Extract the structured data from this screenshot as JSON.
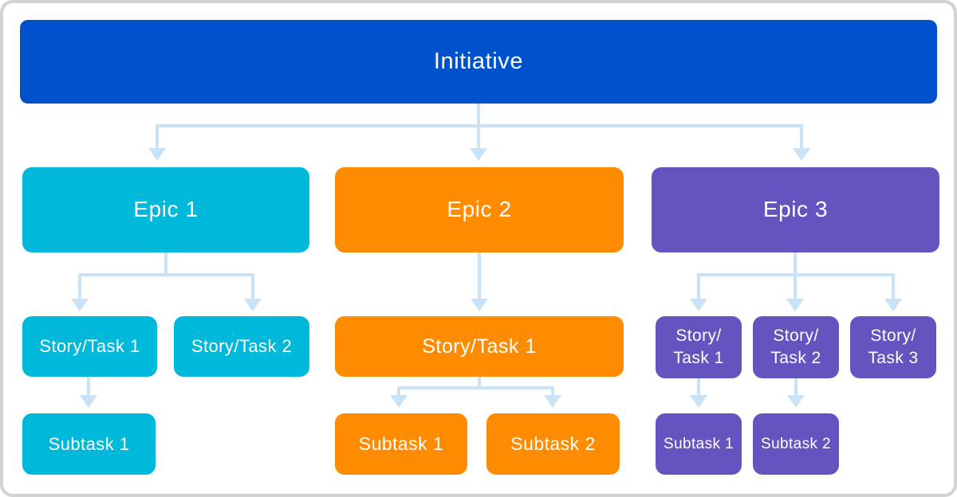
{
  "colors": {
    "initiative": "#0052CC",
    "epic_teal": "#00B8D9",
    "epic_orange": "#FF8B00",
    "epic_purple": "#6554C0",
    "connector": "#C9E2F6",
    "label_text": "#FFFFFF",
    "frame_border": "#D2D2D2",
    "background": "#FFFFFF"
  },
  "tree": {
    "root": {
      "label": "Initiative"
    },
    "branches": [
      {
        "epic": {
          "label": "Epic 1"
        },
        "stories": [
          {
            "label": "Story/Task 1"
          },
          {
            "label": "Story/Task 2"
          }
        ],
        "subtasks": [
          {
            "label": "Subtask 1"
          }
        ]
      },
      {
        "epic": {
          "label": "Epic 2"
        },
        "stories": [
          {
            "label": "Story/Task 1"
          }
        ],
        "subtasks": [
          {
            "label": "Subtask 1"
          },
          {
            "label": "Subtask 2"
          }
        ]
      },
      {
        "epic": {
          "label": "Epic 3"
        },
        "stories": [
          {
            "label": "Story/\nTask 1"
          },
          {
            "label": "Story/\nTask 2"
          },
          {
            "label": "Story/\nTask 3"
          }
        ],
        "subtasks": [
          {
            "label": "Subtask 1"
          },
          {
            "label": "Subtask 2"
          }
        ]
      }
    ]
  }
}
